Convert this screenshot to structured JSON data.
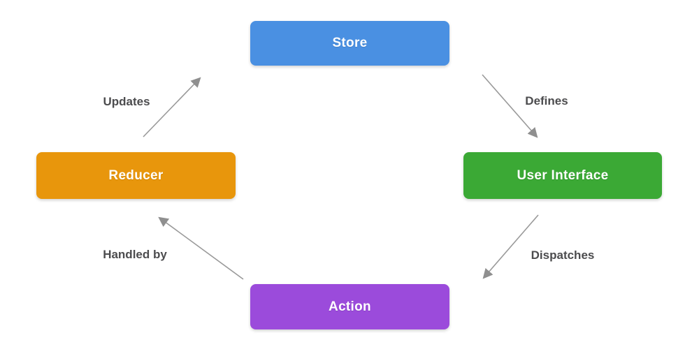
{
  "diagram": {
    "type": "cycle-flow-diagram",
    "nodes": [
      {
        "id": "store",
        "label": "Store",
        "color": "#4A90E2"
      },
      {
        "id": "reducer",
        "label": "Reducer",
        "color": "#E8960C"
      },
      {
        "id": "user-interface",
        "label": "User Interface",
        "color": "#3BA935"
      },
      {
        "id": "action",
        "label": "Action",
        "color": "#9B4BDB"
      }
    ],
    "edges": [
      {
        "from": "store",
        "to": "user-interface",
        "label": "Defines"
      },
      {
        "from": "user-interface",
        "to": "action",
        "label": "Dispatches"
      },
      {
        "from": "action",
        "to": "reducer",
        "label": "Handled by"
      },
      {
        "from": "reducer",
        "to": "store",
        "label": "Updates"
      }
    ],
    "arrow_color": "#999999",
    "arrowhead_color": "#8f8f8f",
    "edge_label_color": "#4c4c4e",
    "node_text_color": "#ffffff",
    "background_color": "#ffffff"
  }
}
